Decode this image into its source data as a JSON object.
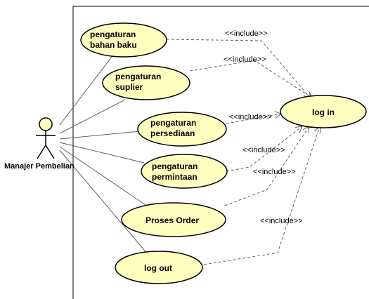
{
  "actor": {
    "name": "Manajer Pembelian"
  },
  "use_cases": [
    {
      "id": "uc1",
      "lines": [
        "pengaturan",
        "bahan baku"
      ]
    },
    {
      "id": "uc2",
      "lines": [
        "pengaturan",
        "suplier"
      ]
    },
    {
      "id": "uc3",
      "lines": [
        "pengaturan",
        "persediaan"
      ]
    },
    {
      "id": "uc4",
      "lines": [
        "pengaturan",
        "permintaan"
      ]
    },
    {
      "id": "uc5",
      "lines": [
        "Proses Order"
      ]
    },
    {
      "id": "uc6",
      "lines": [
        "log out"
      ]
    },
    {
      "id": "login",
      "lines": [
        "log in"
      ]
    }
  ],
  "include_label": "<<include>>",
  "colors": {
    "usecase_fill": "#ffffc0",
    "usecase_stroke": "#000000",
    "association": "#606060",
    "dependency": "#606060",
    "frame": "#000000"
  }
}
